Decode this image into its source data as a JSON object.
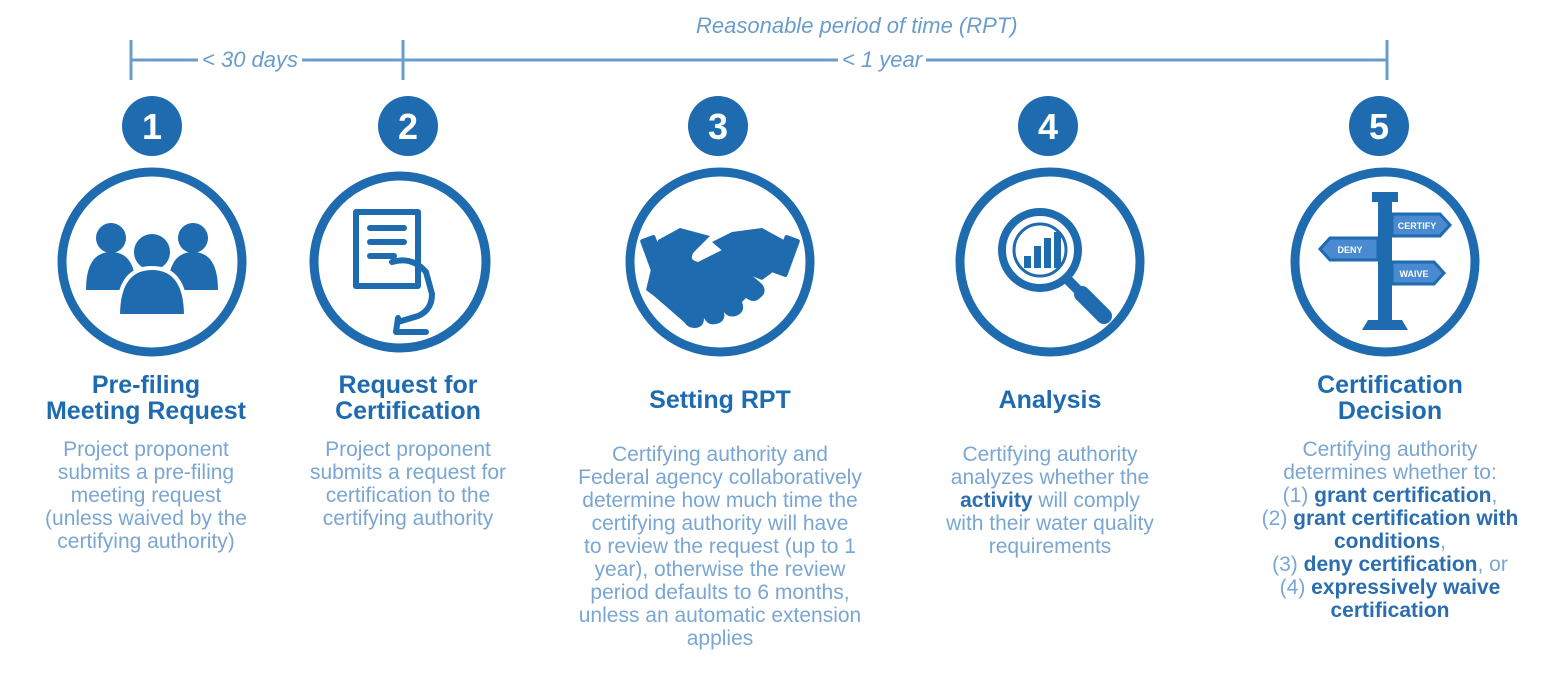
{
  "timeline": {
    "top_label": "Reasonable period of time (RPT)",
    "segment1_label": "< 30 days",
    "segment2_label": "< 1 year"
  },
  "steps": [
    {
      "number": "1",
      "icon": "group-of-people-icon",
      "title_lines": [
        "Pre-filing",
        "Meeting Request"
      ],
      "desc": [
        [
          "Project proponent"
        ],
        [
          "submits a pre-filing"
        ],
        [
          "meeting request"
        ],
        [
          "(unless waived by the"
        ],
        [
          "certifying authority)"
        ]
      ]
    },
    {
      "number": "2",
      "icon": "document-in-hand-icon",
      "title_lines": [
        "Request for",
        "Certification"
      ],
      "desc": [
        [
          "Project proponent"
        ],
        [
          "submits a request for"
        ],
        [
          "certification to the"
        ],
        [
          "certifying authority"
        ]
      ]
    },
    {
      "number": "3",
      "icon": "handshake-icon",
      "title_lines": [
        "Setting RPT"
      ],
      "desc": [
        [
          "Certifying authority and"
        ],
        [
          "Federal agency collaboratively"
        ],
        [
          "determine how much time the"
        ],
        [
          "certifying authority will have"
        ],
        [
          "to review the request (up to 1"
        ],
        [
          "year), otherwise the review"
        ],
        [
          "period defaults to 6 months,"
        ],
        [
          "unless an automatic extension"
        ],
        [
          "applies"
        ]
      ]
    },
    {
      "number": "4",
      "icon": "magnifier-chart-icon",
      "title_lines": [
        "Analysis"
      ],
      "desc": [
        [
          "Certifying authority"
        ],
        [
          "analyzes whether the"
        ],
        [
          "activity",
          " will comply"
        ],
        [
          "with their water quality"
        ],
        [
          "requirements"
        ]
      ]
    },
    {
      "number": "5",
      "icon": "signpost-icon",
      "title_lines": [
        "Certification",
        "Decision"
      ],
      "signpost_labels": [
        "CERTIFY",
        "DENY",
        "WAIVE"
      ],
      "desc": [
        [
          "Certifying authority"
        ],
        [
          "determines whether to:"
        ],
        [
          "(1) ",
          "grant certification",
          ","
        ],
        [
          "(2) ",
          "grant certification with"
        ],
        [
          "conditions",
          ","
        ],
        [
          "(3) ",
          "deny certification",
          ", or"
        ],
        [
          "(4) ",
          "expressively waive"
        ],
        [
          "certification"
        ]
      ]
    }
  ],
  "colors": {
    "primary": "#1f6bb0",
    "light": "#7aa6d3",
    "timeline": "#6a9ccc"
  }
}
